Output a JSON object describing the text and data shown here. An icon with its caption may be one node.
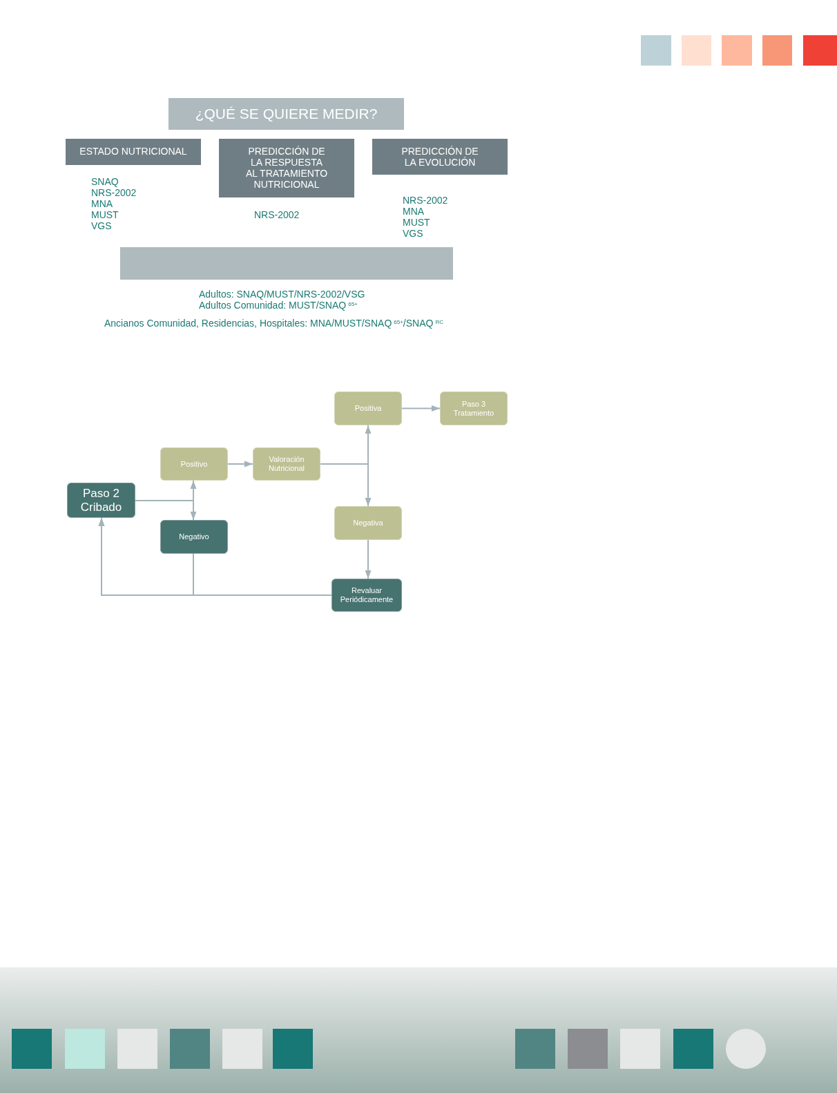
{
  "diagram": {
    "nodes": [
      {
        "text": [
          "¿QUÉ SE QUIERE MEDIR?"
        ]
      },
      {
        "text": [
          "ESTADO NUTRICIONAL"
        ],
        "beside": [
          "SNAQ",
          "NRS-2002",
          "MNA",
          "MUST",
          "VGS"
        ]
      },
      {
        "text": [
          "PREDICCIÓN DE LA RESPUESTA AL TRATAMIENTO NUTRICIONAL"
        ],
        "beside": [
          "NRS-2002"
        ]
      },
      {
        "text": [
          "PREDICCIÓN DE LA EVOLUCIÓN"
        ],
        "beside": [
          "NRS-2002",
          "MNA",
          "MUST",
          "VGS"
        ]
      },
      {
        "text": [],
        "shape": "bar",
        "beside": [
          "Adultos: SNAQ/MUST/NRS-2002/VSG",
          "Adultos Comunidad: MUST/SNAQ$^{65+}$",
          "Ancianos Comunidad, Residencias, Hospitales: MNA/MUST/SNAQ$^{65+}$/SNAQ$^{RC}$"
        ]
      },
      {
        "text": [
          "Paso 2 Cribado"
        ]
      },
      {
        "text": [
          "Positivo"
        ]
      },
      {
        "text": [
          "Negativo"
        ]
      },
      {
        "text": [
          "Valoración Nutricional"
        ]
      },
      {
        "text": [
          "Positiva"
        ]
      },
      {
        "text": [
          "Negativa"
        ]
      },
      {
        "text": [
          "Paso 3 Tratamiento"
        ]
      },
      {
        "text": [
          "Revaluar Periódicamente"
        ]
      }
    ],
    "edges": [
      {
        "from": 5,
        "to": 6,
        "arrow": "to"
      },
      {
        "from": 5,
        "to": 7,
        "arrow": "to"
      },
      {
        "from": 6,
        "to": 8,
        "arrow": "to"
      },
      {
        "from": 8,
        "to": 9,
        "arrow": "to"
      },
      {
        "from": 8,
        "to": 10,
        "arrow": "to"
      },
      {
        "from": 9,
        "to": 11,
        "arrow": "to"
      },
      {
        "from": 10,
        "to": 12,
        "arrow": "to"
      },
      {
        "from": 12,
        "to": 5,
        "arrow": "to"
      },
      {
        "from": 7,
        "to": 5,
        "arrow": "to"
      }
    ]
  }
}
